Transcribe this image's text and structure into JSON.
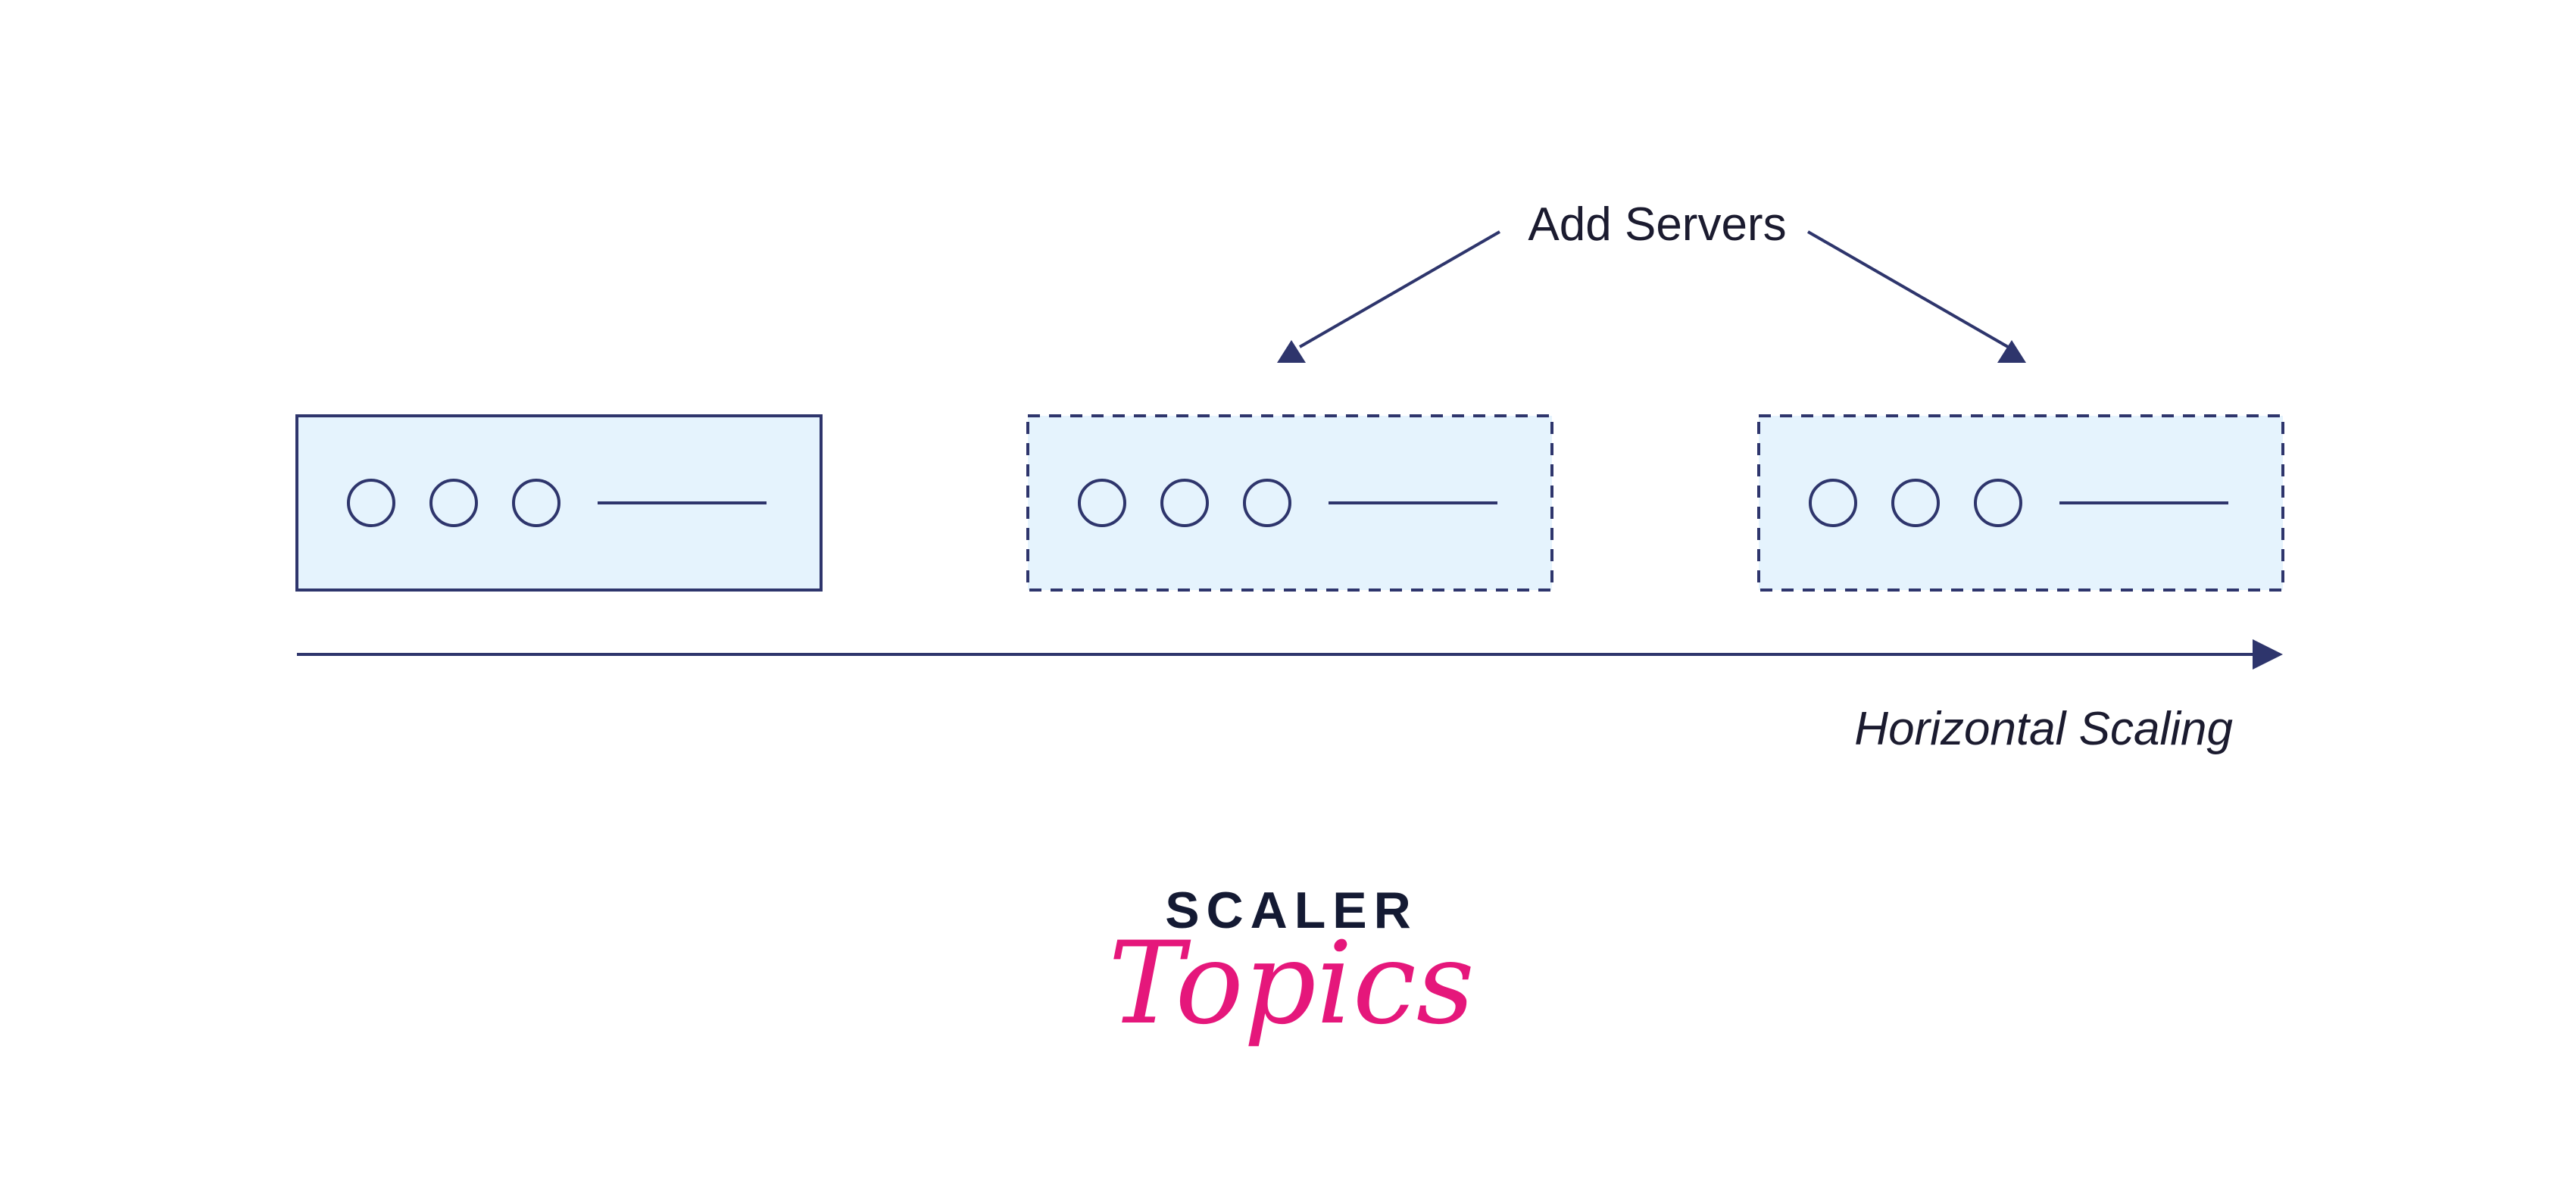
{
  "annotation": {
    "add_servers": "Add Servers"
  },
  "axis": {
    "label": "Horizontal Scaling"
  },
  "servers": [
    {
      "state": "existing",
      "border": "solid"
    },
    {
      "state": "added",
      "border": "dashed"
    },
    {
      "state": "added",
      "border": "dashed"
    }
  ],
  "logo": {
    "line1": "SCALER",
    "line2": "Topics"
  },
  "colors": {
    "stroke": "#2e356c",
    "server_fill": "#e5f3fd",
    "logo_dark": "#141a33",
    "logo_pink": "#e5177b"
  }
}
